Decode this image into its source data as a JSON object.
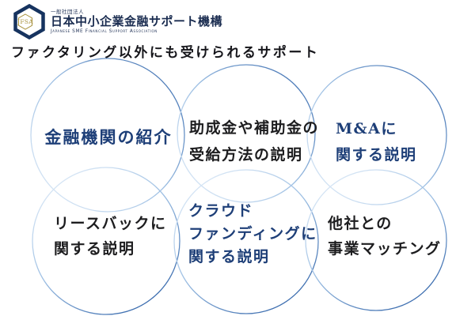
{
  "header": {
    "logo": {
      "monogram": "JFSA",
      "association_type": "一般社団法人",
      "org_name": "日本中小企業金融サポート機構",
      "org_name_en": "Japanese SME Financial Support Association"
    }
  },
  "page_title": "ファクタリング以外にも受けられるサポート",
  "support_items": [
    {
      "text": "金融機関の紹介",
      "lines": [
        "金融機関の紹介"
      ],
      "text_color": "navy",
      "position": "row1-col1"
    },
    {
      "text": "助成金や補助金の受給方法の説明",
      "lines": [
        "助成金や補助金の",
        "受給方法の説明"
      ],
      "text_color": "black",
      "position": "row1-col2"
    },
    {
      "text": "M&Aに関する説明",
      "lines": [
        "M&Aに",
        "関する説明"
      ],
      "text_color": "navy",
      "position": "row1-col3"
    },
    {
      "text": "リースバックに関する説明",
      "lines": [
        "リースバックに",
        "関する説明"
      ],
      "text_color": "black",
      "position": "row2-col1"
    },
    {
      "text": "クラウドファンディングに関する説明",
      "lines": [
        "クラウド",
        "ファンディングに",
        "関する説明"
      ],
      "text_color": "navy",
      "position": "row2-col2"
    },
    {
      "text": "他社との事業マッチング",
      "lines": [
        "他社との",
        "事業マッチング"
      ],
      "text_color": "black",
      "position": "row2-col3"
    }
  ],
  "colors": {
    "navy_text": "#1e3f78",
    "black_text": "#1d1d1f",
    "logo_navy": "#16335f",
    "logo_gold": "#a8923e",
    "circle_stroke_dark": "#2f62a8",
    "circle_stroke_light": "#e6f0fa",
    "background": "#ffffff"
  }
}
